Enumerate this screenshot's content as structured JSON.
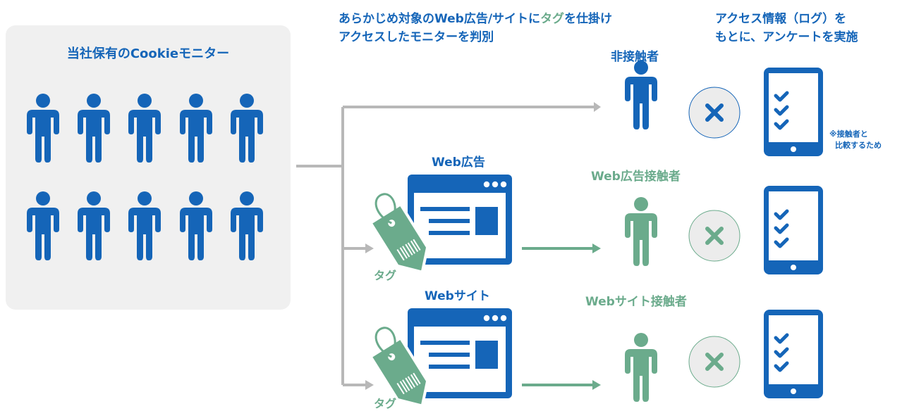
{
  "header": {
    "left_line1_a": "あらかじめ対象のWeb広告/サイトに",
    "left_line1_tag": "タグ",
    "left_line1_b": "を仕掛け",
    "left_line2": "アクセスしたモニターを判別",
    "right_line1": "アクセス情報（ログ）を",
    "right_line2": "もとに、アンケートを実施"
  },
  "panel": {
    "title": "当社保有のCookieモニター"
  },
  "groups": {
    "non_contact": {
      "label": "非接触者"
    },
    "ad_contact": {
      "label": "Web広告接触者"
    },
    "site_contact": {
      "label": "Webサイト接触者"
    }
  },
  "sources": {
    "ad": {
      "title": "Web広告",
      "tag_label": "タグ"
    },
    "site": {
      "title": "Webサイト",
      "tag_label": "タグ"
    }
  },
  "note": {
    "line1": "※接触者と",
    "line2": "比較するため"
  },
  "colors": {
    "blue": "#1565b8",
    "green": "#6bab8c",
    "gray_line": "#b8b8b8",
    "panel_bg": "#f0f0f0",
    "circle_bg": "#ececec"
  },
  "icons": [
    "person-icon",
    "browser-window-icon",
    "price-tag-icon",
    "cross-icon",
    "smartphone-checklist-icon",
    "arrow-icon"
  ]
}
